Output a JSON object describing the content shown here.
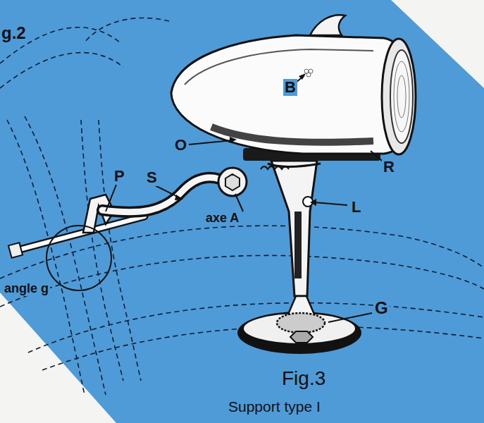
{
  "diagram": {
    "labels": [
      "g.2",
      "B",
      "O",
      "R",
      "P",
      "S",
      "axe A",
      "L",
      "angle g",
      "G",
      "Fig.3",
      "Support type I"
    ]
  }
}
